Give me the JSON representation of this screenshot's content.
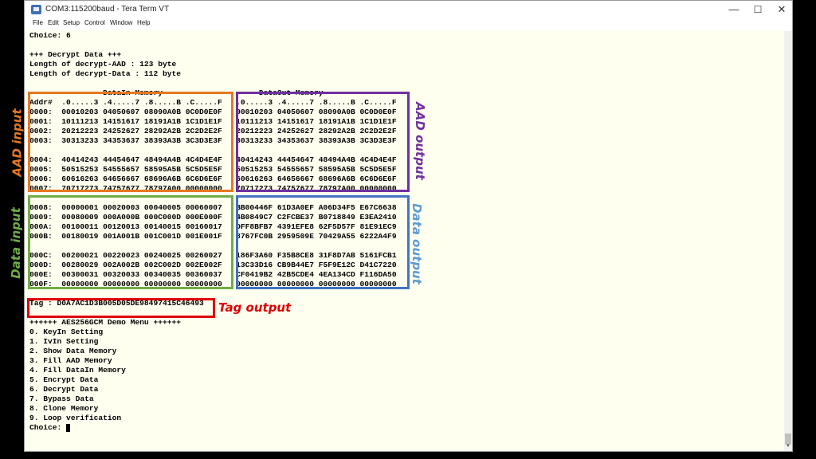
{
  "window": {
    "title": "COM3:115200baud - Tera Term VT",
    "menu": [
      "File",
      "Edit",
      "Setup",
      "Control",
      "Window",
      "Help"
    ],
    "controls": {
      "minimize": "—",
      "maximize": "☐",
      "close": "✕"
    }
  },
  "terminal": {
    "lines": [
      "Choice: 6",
      "",
      "+++ Decrypt Data +++",
      "Length of decrypt-AAD : 123 byte",
      "Length of decrypt-Data : 112 byte",
      "",
      "                DataIn Memory                     DataOut Memory",
      "Addr#  .0.....3 .4.....7 .8.....B .C.....F   .0.....3 .4.....7 .8.....B .C.....F",
      "0000:  00010203 04050607 08090A0B 0C0D0E0F   00010203 04050607 08090A0B 0C0D0E0F",
      "0001:  10111213 14151617 18191A1B 1C1D1E1F   10111213 14151617 18191A1B 1C1D1E1F",
      "0002:  20212223 24252627 28292A2B 2C2D2E2F   20212223 24252627 28292A2B 2C2D2E2F",
      "0003:  30313233 34353637 38393A3B 3C3D3E3F   30313233 34353637 38393A3B 3C3D3E3F",
      "",
      "0004:  40414243 44454647 48494A4B 4C4D4E4F   40414243 44454647 48494A4B 4C4D4E4F",
      "0005:  50515253 54555657 58595A5B 5C5D5E5F   50515253 54555657 58595A5B 5C5D5E5F",
      "0006:  60616263 64656667 68696A6B 6C6D6E6F   60616263 64656667 68696A6B 6C6D6E6F",
      "0007:  70717273 74757677 78797A00 00000000   70717273 74757677 78797A00 00000000",
      "",
      "0008:  00000001 00020003 00040005 00060007   BB00446F 61D3A0EF A06D34F5 E67C6638",
      "0009:  00080009 000A000B 000C000D 000E000F   4B0849C7 C2FCBE37 B0718849 E3EA2410",
      "000A:  00100011 00120013 00140015 00160017   DFF8BFB7 4391EFE8 62F5D57F 81E91EC9",
      "000B:  00180019 001A001B 001C001D 001E001F   8767FC0B 2959509E 70429A55 6222A4F9",
      "",
      "000C:  00200021 00220023 00240025 00260027   186F3A60 F35B8CE8 31F8D7AB 5161FCB1",
      "000D:  00280029 002A002B 002C002D 002E002F   13C33D16 CB9B44E7 F5F9E12C D41C7220",
      "000E:  00300031 00320033 00340035 00360037   CF0419B2 42B5CDE4 4EA134CD F116DA50",
      "000F:  00000000 00000000 00000000 00000000   00000000 00000000 00000000 00000000",
      "",
      "Tag : D0A7AC1D3B005D05DE98497415C46493",
      "",
      "++++++ AES256GCM Demo Menu ++++++",
      "0. KeyIn Setting",
      "1. IvIn Setting",
      "2. Show Data Memory",
      "3. Fill AAD Memory",
      "4. Fill DataIn Memory",
      "5. Encrypt Data",
      "6. Decrypt Data",
      "7. Bypass Data",
      "8. Clone Memory",
      "9. Loop verification",
      "Choice: "
    ]
  },
  "annotations": {
    "aad_input": "AAD input",
    "data_input": "Data input",
    "aad_output": "AAD output",
    "data_output": "Data output",
    "tag_output": "Tag output",
    "colors": {
      "aad_input": "#e87722",
      "aad_output": "#7030a0",
      "data_input": "#70ad47",
      "data_output": "#4472c4",
      "data_output_label": "#5b9bd5",
      "tag": "#e00000"
    }
  }
}
